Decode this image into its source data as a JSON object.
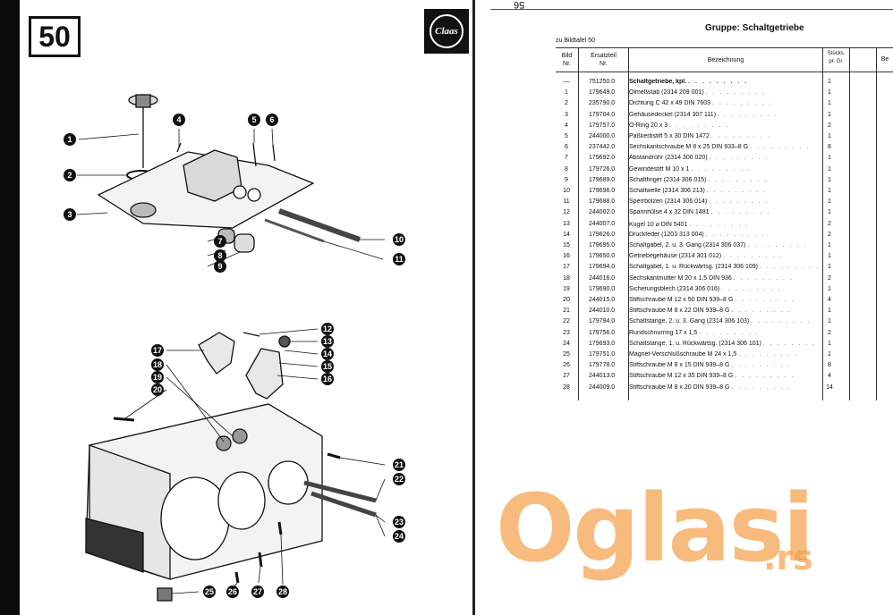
{
  "left_page": {
    "plate_number": "50",
    "logo_text": "Claas",
    "callouts": [
      "1",
      "2",
      "3",
      "4",
      "5",
      "6",
      "7",
      "8",
      "9",
      "10",
      "11",
      "12",
      "13",
      "14",
      "15",
      "16",
      "17",
      "18",
      "19",
      "20",
      "21",
      "22",
      "23",
      "24",
      "25",
      "26",
      "27",
      "28"
    ]
  },
  "right_page": {
    "page_number": "56",
    "group_title": "Gruppe: Schaltgetriebe",
    "ref": "zu Bildtafel 50",
    "headers": {
      "bild": "Bild\nNr.",
      "ersatzteil": "Ersatzteil\nNr.",
      "bezeichnung": "Bezeichnung",
      "stueck": "Stücks.\npr. Gr.",
      "extra": "Be"
    },
    "rows": [
      {
        "bild": "—",
        "nr": "751250.0",
        "bez": "Schaltgetriebe, kpl.",
        "st": "1",
        "bold": true
      },
      {
        "bild": "1",
        "nr": "179649.0",
        "bez": "Ölmeßstab (2314 209 001)",
        "st": "1"
      },
      {
        "bild": "2",
        "nr": "235790.0",
        "bez": "Dichtung C 42 x 49 DIN 7603",
        "st": "1"
      },
      {
        "bild": "3",
        "nr": "179704.0",
        "bez": "Gehäusedeckel (2314 307 111)",
        "st": "1"
      },
      {
        "bild": "4",
        "nr": "179757.0",
        "bez": "O-Ring 20 x 3",
        "st": "2"
      },
      {
        "bild": "5",
        "nr": "244000.0",
        "bez": "Paßkerbstift 5 x 30 DIN 1472",
        "st": "1"
      },
      {
        "bild": "6",
        "nr": "237442.0",
        "bez": "Sechskantschraube M 8 x 25 DIN 933–8 G",
        "st": "8"
      },
      {
        "bild": "7",
        "nr": "179692.0",
        "bez": "Abstandrohr (2314 306 020)",
        "st": "1"
      },
      {
        "bild": "8",
        "nr": "179726.0",
        "bez": "Gewindestift M 10 x 1",
        "st": "1"
      },
      {
        "bild": "9",
        "nr": "179689.0",
        "bez": "Schaltfinger (2314 306 015)",
        "st": "1"
      },
      {
        "bild": "10",
        "nr": "179696.0",
        "bez": "Schaltwelle (2314 306 213)",
        "st": "1"
      },
      {
        "bild": "11",
        "nr": "179688.0",
        "bez": "Sperrbolzen (2314 306 014)",
        "st": "1"
      },
      {
        "bild": "12",
        "nr": "244002.0",
        "bez": "Spannhülse 4 x 32 DIN 1481",
        "st": "1"
      },
      {
        "bild": "13",
        "nr": "244007.0",
        "bez": "Kugel 10 ⌀ DIN 5401",
        "st": "2"
      },
      {
        "bild": "14",
        "nr": "179626.0",
        "bez": "Druckfeder (1203 313 004)",
        "st": "2"
      },
      {
        "bild": "15",
        "nr": "179695.0",
        "bez": "Schaltgabel, 2. u. 3. Gang (2314 306 037)",
        "st": "1"
      },
      {
        "bild": "16",
        "nr": "179650.0",
        "bez": "Getriebegehäuse (2314 301 012)",
        "st": "1"
      },
      {
        "bild": "17",
        "nr": "179694.0",
        "bez": "Schaltgabel, 1. u. Rückwärtsg. (2314 306 109)",
        "st": "1"
      },
      {
        "bild": "18",
        "nr": "244016.0",
        "bez": "Sechskantmutter M 20 x 1,5 DIN 936",
        "st": "2"
      },
      {
        "bild": "19",
        "nr": "179690.0",
        "bez": "Sicherungsblech (2314 306 016)",
        "st": "1"
      },
      {
        "bild": "20",
        "nr": "244015.0",
        "bez": "Stiftschraube M 12 x 50 DIN 939–8 G",
        "st": "4"
      },
      {
        "bild": "21",
        "nr": "244010.0",
        "bez": "Stiftschraube M 8 x 22 DIN 939–8 G",
        "st": "1"
      },
      {
        "bild": "22",
        "nr": "179794.0",
        "bez": "Schaltstange, 2. u. 3. Gang (2314 306 103)",
        "st": "1"
      },
      {
        "bild": "23",
        "nr": "179756.0",
        "bez": "Rundschnurring 17 x 1,5",
        "st": "2"
      },
      {
        "bild": "24",
        "nr": "179693.0",
        "bez": "Schaltstange, 1. u. Rückwärtsg. (2314 306 101)",
        "st": "1"
      },
      {
        "bild": "25",
        "nr": "179751.0",
        "bez": "Magnet-Verschlußschraube M 24 x 1,5",
        "st": "1"
      },
      {
        "bild": "26",
        "nr": "179778.0",
        "bez": "Stiftschraube M 8 x 15 DIN 939–8 G",
        "st": "8"
      },
      {
        "bild": "27",
        "nr": "244013.0",
        "bez": "Stiftschraube M 12 x 35 DIN 939–8 G",
        "st": "4"
      },
      {
        "bild": "28",
        "nr": "244009.0",
        "bez": "Stiftschraube M 8 x 20 DIN 939–8 G",
        "st": "14"
      }
    ]
  },
  "watermark": {
    "main": "Oglasi",
    "suffix": ".rs",
    "color": "#f4a24d"
  }
}
